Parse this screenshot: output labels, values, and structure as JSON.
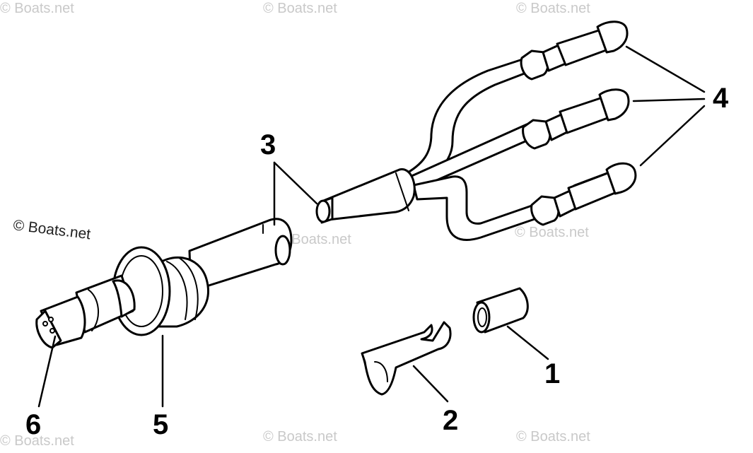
{
  "diagram": {
    "callouts": {
      "c1": "1",
      "c2": "2",
      "c3": "3",
      "c4": "4",
      "c5": "5",
      "c6": "6"
    },
    "watermarks": {
      "main": "© Boats.net",
      "repeat": "© Boats.net"
    }
  }
}
